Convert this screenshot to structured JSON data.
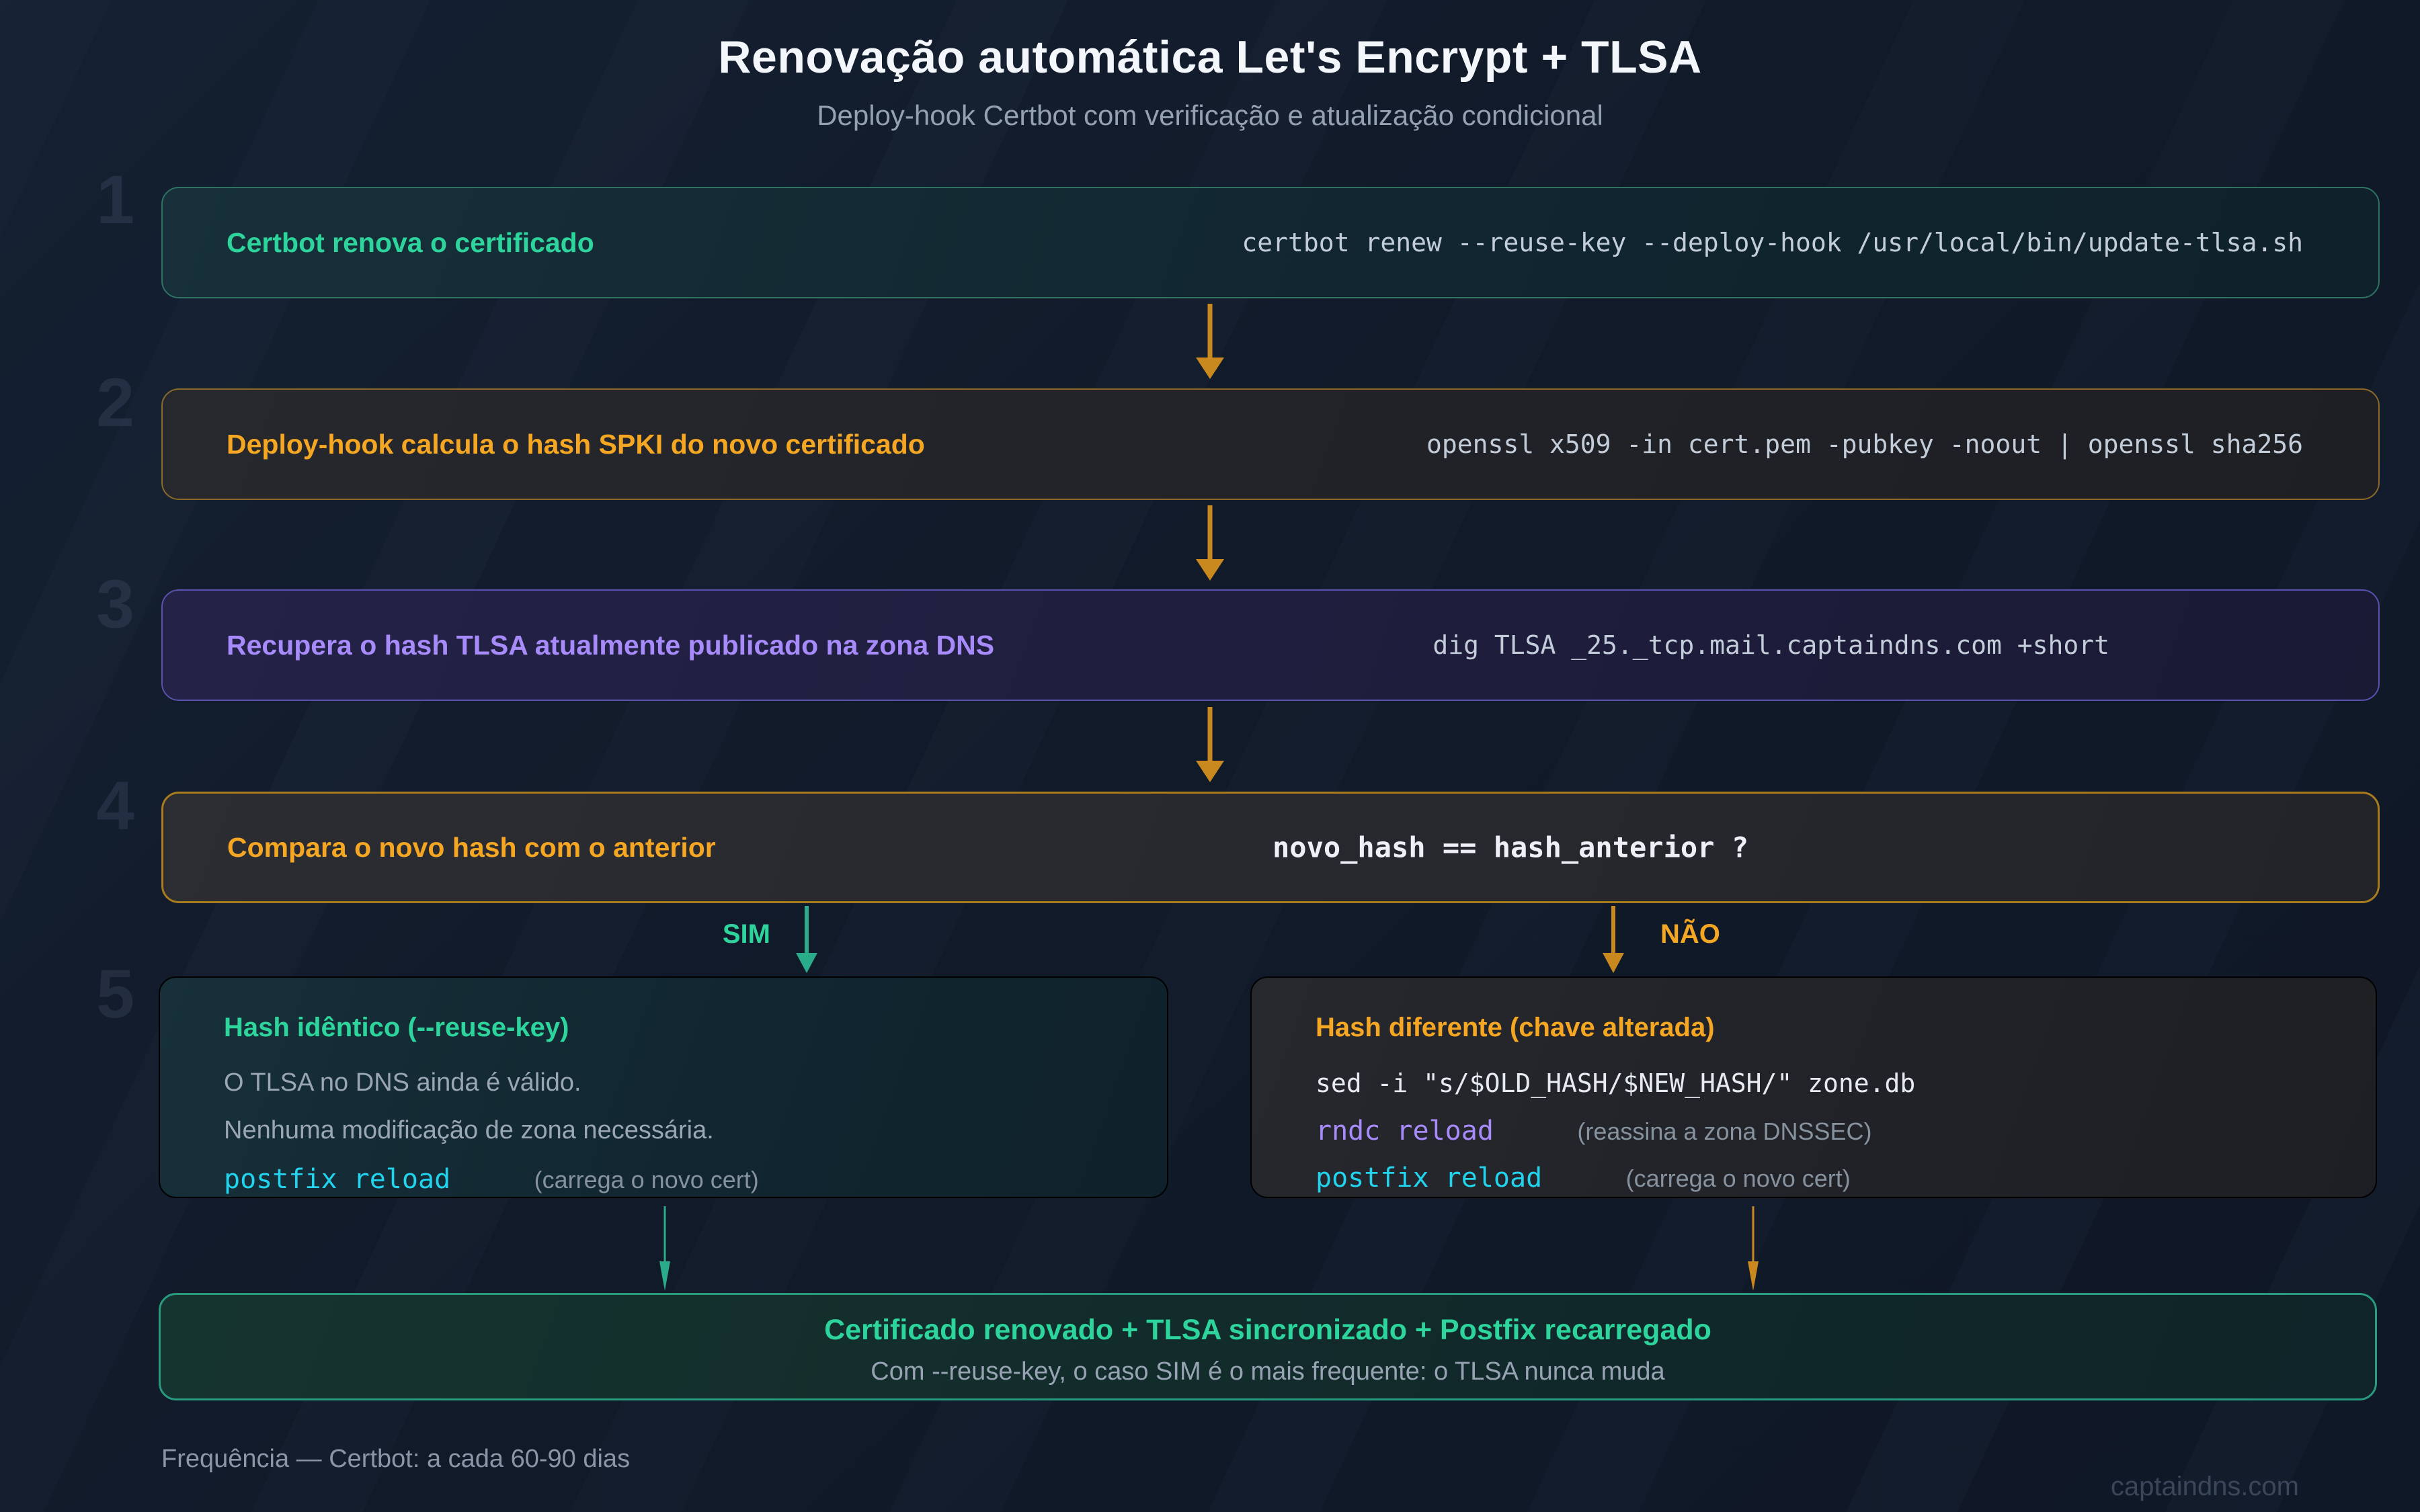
{
  "header": {
    "title": "Renovação automática Let's Encrypt + TLSA",
    "subtitle": "Deploy-hook Certbot com verificação e atualização condicional"
  },
  "steps": [
    {
      "number": "1",
      "label": "Certbot renova o certificado",
      "command": "certbot renew --reuse-key --deploy-hook /usr/local/bin/update-tlsa.sh"
    },
    {
      "number": "2",
      "label": "Deploy-hook calcula o hash SPKI do novo certificado",
      "command": "openssl x509 -in cert.pem -pubkey -noout | openssl sha256"
    },
    {
      "number": "3",
      "label": "Recupera o hash TLSA atualmente publicado na zona DNS",
      "command": "dig TLSA _25._tcp.mail.captaindns.com +short"
    },
    {
      "number": "4",
      "label": "Compara o novo hash com o anterior",
      "expression": "novo_hash == hash_anterior ?"
    },
    {
      "number": "5"
    }
  ],
  "branch": {
    "yes_label": "SIM",
    "no_label": "NÃO"
  },
  "yes_box": {
    "title": "Hash idêntico (--reuse-key)",
    "line1": "O TLSA no DNS ainda é válido.",
    "line2": "Nenhuma modificação de zona necessária.",
    "code": "postfix reload",
    "code_comment": "(carrega o novo cert)"
  },
  "no_box": {
    "title": "Hash diferente (chave alterada)",
    "sed_command": "sed -i \"s/$OLD_HASH/$NEW_HASH/\" zone.db",
    "rndc_code": "rndc reload",
    "rndc_comment": "(reassina a zona DNSSEC)",
    "postfix_code": "postfix reload",
    "postfix_comment": "(carrega o novo cert)"
  },
  "result_box": {
    "title": "Certificado renovado + TLSA sincronizado + Postfix recarregado",
    "subtitle": "Com --reuse-key, o caso SIM é o mais frequente: o TLSA nunca muda"
  },
  "footer": {
    "frequency": "Frequência — Certbot: a cada 60-90 dias",
    "watermark": "captaindns.com"
  },
  "colors": {
    "background": "#121b2a",
    "green": "#2dd49c",
    "orange": "#f5a623",
    "purple": "#a78bfa",
    "cyan": "#22d3ee",
    "arrow_amber": "#c9891e",
    "arrow_green": "#2aab8a",
    "text_gray": "#9aa6b4",
    "command_gray": "#c3cdd9"
  }
}
